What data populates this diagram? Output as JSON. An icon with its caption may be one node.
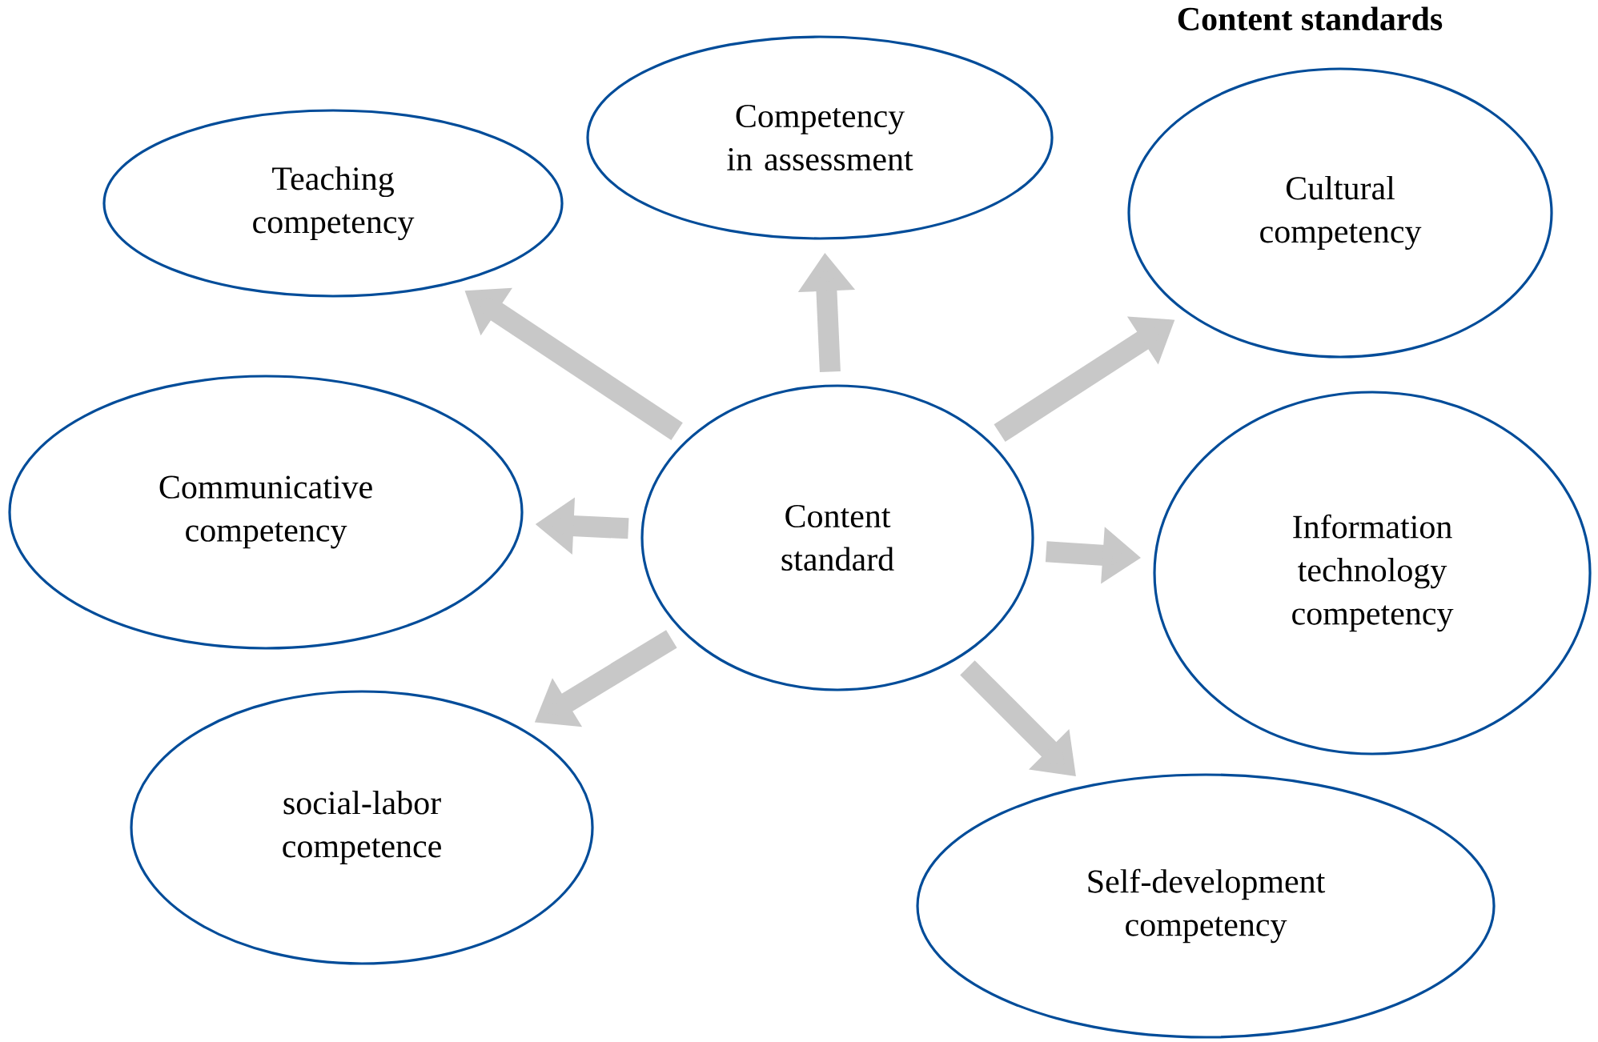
{
  "diagram": {
    "title": "Content standards",
    "nodes": [
      {
        "text": [
          "Competency in assessment"
        ]
      },
      {
        "text": [
          "Teaching competency"
        ]
      },
      {
        "text": [
          "Cultural competency"
        ]
      },
      {
        "text": [
          "Communicative competency"
        ]
      },
      {
        "text": [
          "Content standard"
        ]
      },
      {
        "text": [
          "Information technology competency"
        ]
      },
      {
        "text": [
          "social-labor competence"
        ]
      },
      {
        "text": [
          "Self-development competency"
        ]
      }
    ],
    "edges": [
      {
        "from": 4,
        "to": 0,
        "arrow": "to"
      },
      {
        "from": 4,
        "to": 1,
        "arrow": "to"
      },
      {
        "from": 4,
        "to": 2,
        "arrow": "to"
      },
      {
        "from": 4,
        "to": 3,
        "arrow": "to"
      },
      {
        "from": 4,
        "to": 5,
        "arrow": "to"
      },
      {
        "from": 4,
        "to": 6,
        "arrow": "to"
      },
      {
        "from": 4,
        "to": 7,
        "arrow": "to"
      }
    ]
  }
}
